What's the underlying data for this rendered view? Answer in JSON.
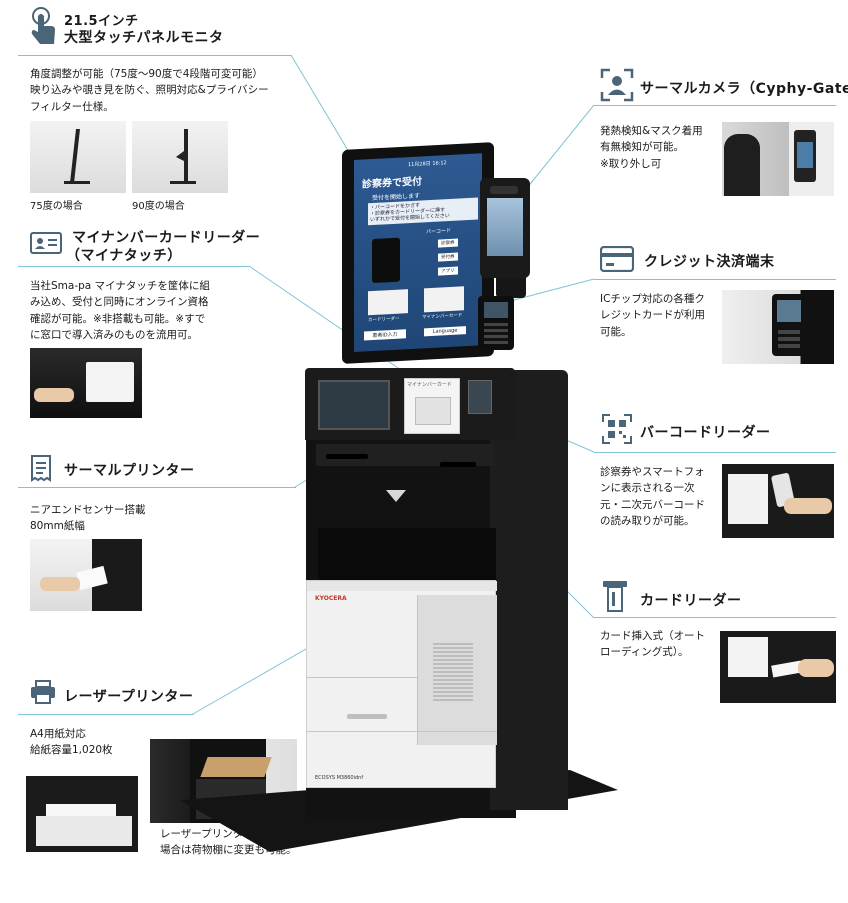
{
  "monitor": {
    "size_label": "21.5インチ",
    "title": "大型タッチパネルモニタ",
    "description": "角度調整が可能（75度～90度で4段階可変可能）\n映り込みや覗き見を防ぐ、照明対応&プライバシー\nフィルター仕様。",
    "angle_captions": [
      "75度の場合",
      "90度の場合"
    ]
  },
  "mynumber": {
    "title": "マイナンバーカードリーダー",
    "subtitle": "（マイナタッチ）",
    "description": "当社Sma-pa マイナタッチを筐体に組\nみ込め、受付と同時にオンライン資格\n確認が可能。※非搭載も可能。※すで\nに窓口で導入済みのものを流用可。"
  },
  "thermal_printer": {
    "title": "サーマルプリンター",
    "description": "ニアエンドセンサー搭載\n80mm紙幅"
  },
  "laser_printer": {
    "title": "レーザープリンター",
    "description": "A4用紙対応\n給紙容量1,020枚",
    "note": "レーザープリンターが不要な\n場合は荷物棚に変更も可能。"
  },
  "thermal_camera": {
    "title": "サーマルカメラ（Cyphy-Gate）",
    "description": "発熱検知&マスク着用\n有無検知が可能。\n※取り外し可"
  },
  "credit": {
    "title": "クレジット決済端末",
    "description": "ICチップ対応の各種ク\nレジットカードが利用\n可能。"
  },
  "barcode": {
    "title": "バーコードリーダー",
    "description": "診察券やスマートフォ\nンに表示される一次\n元・二次元バーコード\nの読み取りが可能。"
  },
  "card_reader": {
    "title": "カードリーダー",
    "description": "カード挿入式（オート\nローディング式）。"
  },
  "screen": {
    "time": "11月28日  16:12",
    "header": "診察券で受付",
    "subheader": "受付を開始します",
    "instructions": "・バーコードをかざす\n・診察券をカードリーダーに挿す\nいずれかで受付を開始してください",
    "barcode_label": "バーコード",
    "options": [
      "診察券",
      "受付券",
      "アプリ"
    ],
    "footer_left": "カードリーダー",
    "footer_right": "マイナンバーカード",
    "btn_left": "患者ID入力",
    "btn_right": "Language"
  },
  "reader_panel_label": "マイナンバーカード",
  "printer_brand": "KYOCERA",
  "printer_model": "ECOSYS M3860idnf"
}
